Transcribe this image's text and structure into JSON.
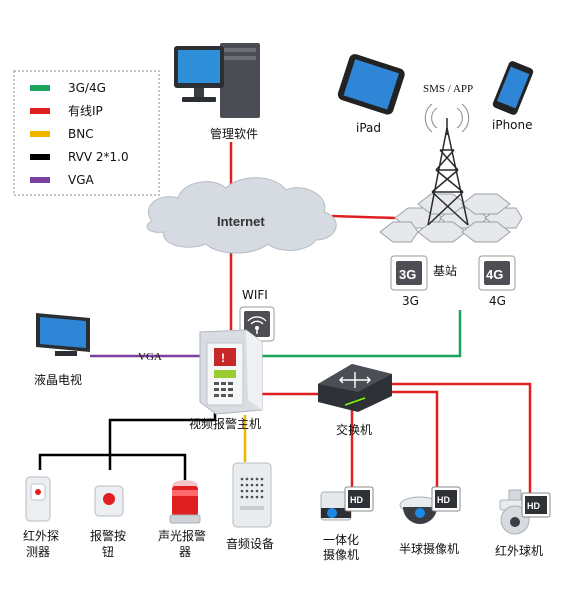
{
  "colors": {
    "cellular": "#1aa35a",
    "wired_ip": "#e02020",
    "bnc": "#f2b600",
    "rvv": "#000000",
    "vga": "#7b3fa0",
    "cloud": "#d3d8de"
  },
  "legend": [
    {
      "label": "3G/4G",
      "color": "#1aa35a"
    },
    {
      "label": "有线IP",
      "color": "#e02020"
    },
    {
      "label": "BNC",
      "color": "#f2b600"
    },
    {
      "label": "RVV 2*1.0",
      "color": "#000000"
    },
    {
      "label": "VGA",
      "color": "#7b3fa0"
    }
  ],
  "nodes": {
    "software": "管理软件",
    "ipad": "iPad",
    "iphone": "iPhone",
    "sms_app": "SMS / APP",
    "internet": "Internet",
    "base_station": "基站",
    "badge_3g": "3G",
    "badge_4g": "4G",
    "label_3g": "3G",
    "label_4g": "4G",
    "wifi": "WIFI",
    "tv": "液晶电视",
    "vga": "VGA",
    "host": "视频报警主机",
    "switch": "交换机",
    "ir_detector": [
      "红外探",
      "测器"
    ],
    "alarm_button": [
      "报警按",
      "钮"
    ],
    "siren": [
      "声光报警",
      "器"
    ],
    "audio": "音频设备",
    "integrated_cam": [
      "一体化",
      "摄像机"
    ],
    "dome_cam": "半球摄像机",
    "ir_ball_cam": "红外球机",
    "hd": "HD"
  },
  "icons": [
    "desktop-computer-icon",
    "tablet-icon",
    "smartphone-icon",
    "cloud-icon",
    "cell-tower-icon",
    "wifi-icon",
    "monitor-icon",
    "alarm-host-icon",
    "network-switch-icon",
    "ir-detector-icon",
    "alarm-button-icon",
    "siren-icon",
    "speaker-icon",
    "box-camera-icon",
    "dome-camera-icon",
    "speed-dome-camera-icon"
  ]
}
